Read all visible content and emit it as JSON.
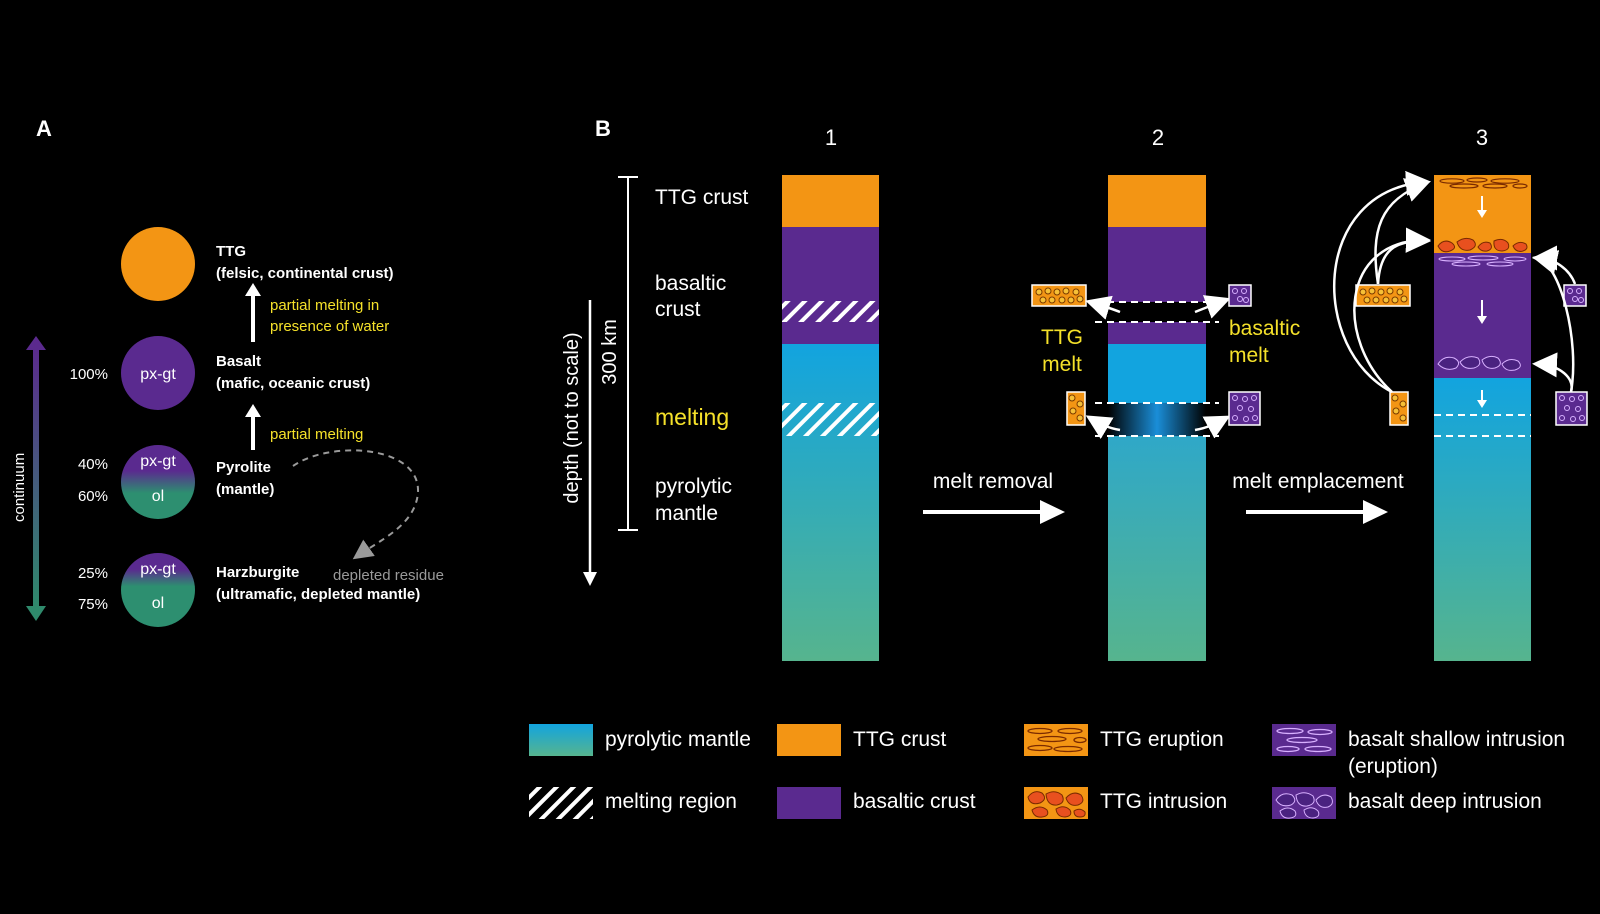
{
  "panel_a": {
    "label": "A",
    "continuum_label": "continuum",
    "ttg": {
      "name": "TTG",
      "desc": "(felsic, continental crust)"
    },
    "basalt": {
      "name": "Basalt",
      "desc": "(mafic, oceanic crust)",
      "circle_text": "px-gt",
      "pct": "100%"
    },
    "pyrolite": {
      "name": "Pyrolite",
      "desc": "(mantle)",
      "top_text": "px-gt",
      "bottom_text": "ol",
      "pct_top": "40%",
      "pct_bottom": "60%"
    },
    "harzburgite": {
      "name": "Harzburgite",
      "desc": "(ultramafic, depleted mantle)",
      "top_text": "px-gt",
      "bottom_text": "ol",
      "pct_top": "25%",
      "pct_bottom": "75%"
    },
    "arrow1_label": [
      "partial melting in",
      "presence of water"
    ],
    "arrow2_label": "partial melting",
    "residue_label": "depleted residue"
  },
  "panel_b": {
    "label": "B",
    "col_numbers": [
      "1",
      "2",
      "3"
    ],
    "axis_label": "depth (not to scale)",
    "scale_label": "300 km",
    "layer_labels": {
      "ttg_crust": "TTG crust",
      "basaltic_crust": [
        "basaltic",
        "crust"
      ],
      "melting": "melting",
      "pyrolytic_mantle": [
        "pyrolytic",
        "mantle"
      ]
    },
    "ttg_melt": [
      "TTG",
      "melt"
    ],
    "basaltic_melt": [
      "basaltic",
      "melt"
    ],
    "step1": "melt removal",
    "step2": "melt emplacement"
  },
  "legend": {
    "pyrolytic_mantle": "pyrolytic mantle",
    "ttg_crust": "TTG crust",
    "ttg_eruption": "TTG eruption",
    "basalt_shallow": [
      "basalt shallow intrusion",
      "(eruption)"
    ],
    "melting_region": "melting region",
    "basaltic_crust": "basaltic crust",
    "ttg_intrusion": "TTG intrusion",
    "basalt_deep": "basalt deep intrusion"
  },
  "colors": {
    "orange": "#f39514",
    "purple": "#5a2a8f",
    "mantle_top": "#12a4df",
    "mantle_bottom": "#56b48e",
    "yellow": "#f5e12a",
    "continuum_top": "#5b2a8e",
    "continuum_bottom": "#2f8a6c"
  }
}
